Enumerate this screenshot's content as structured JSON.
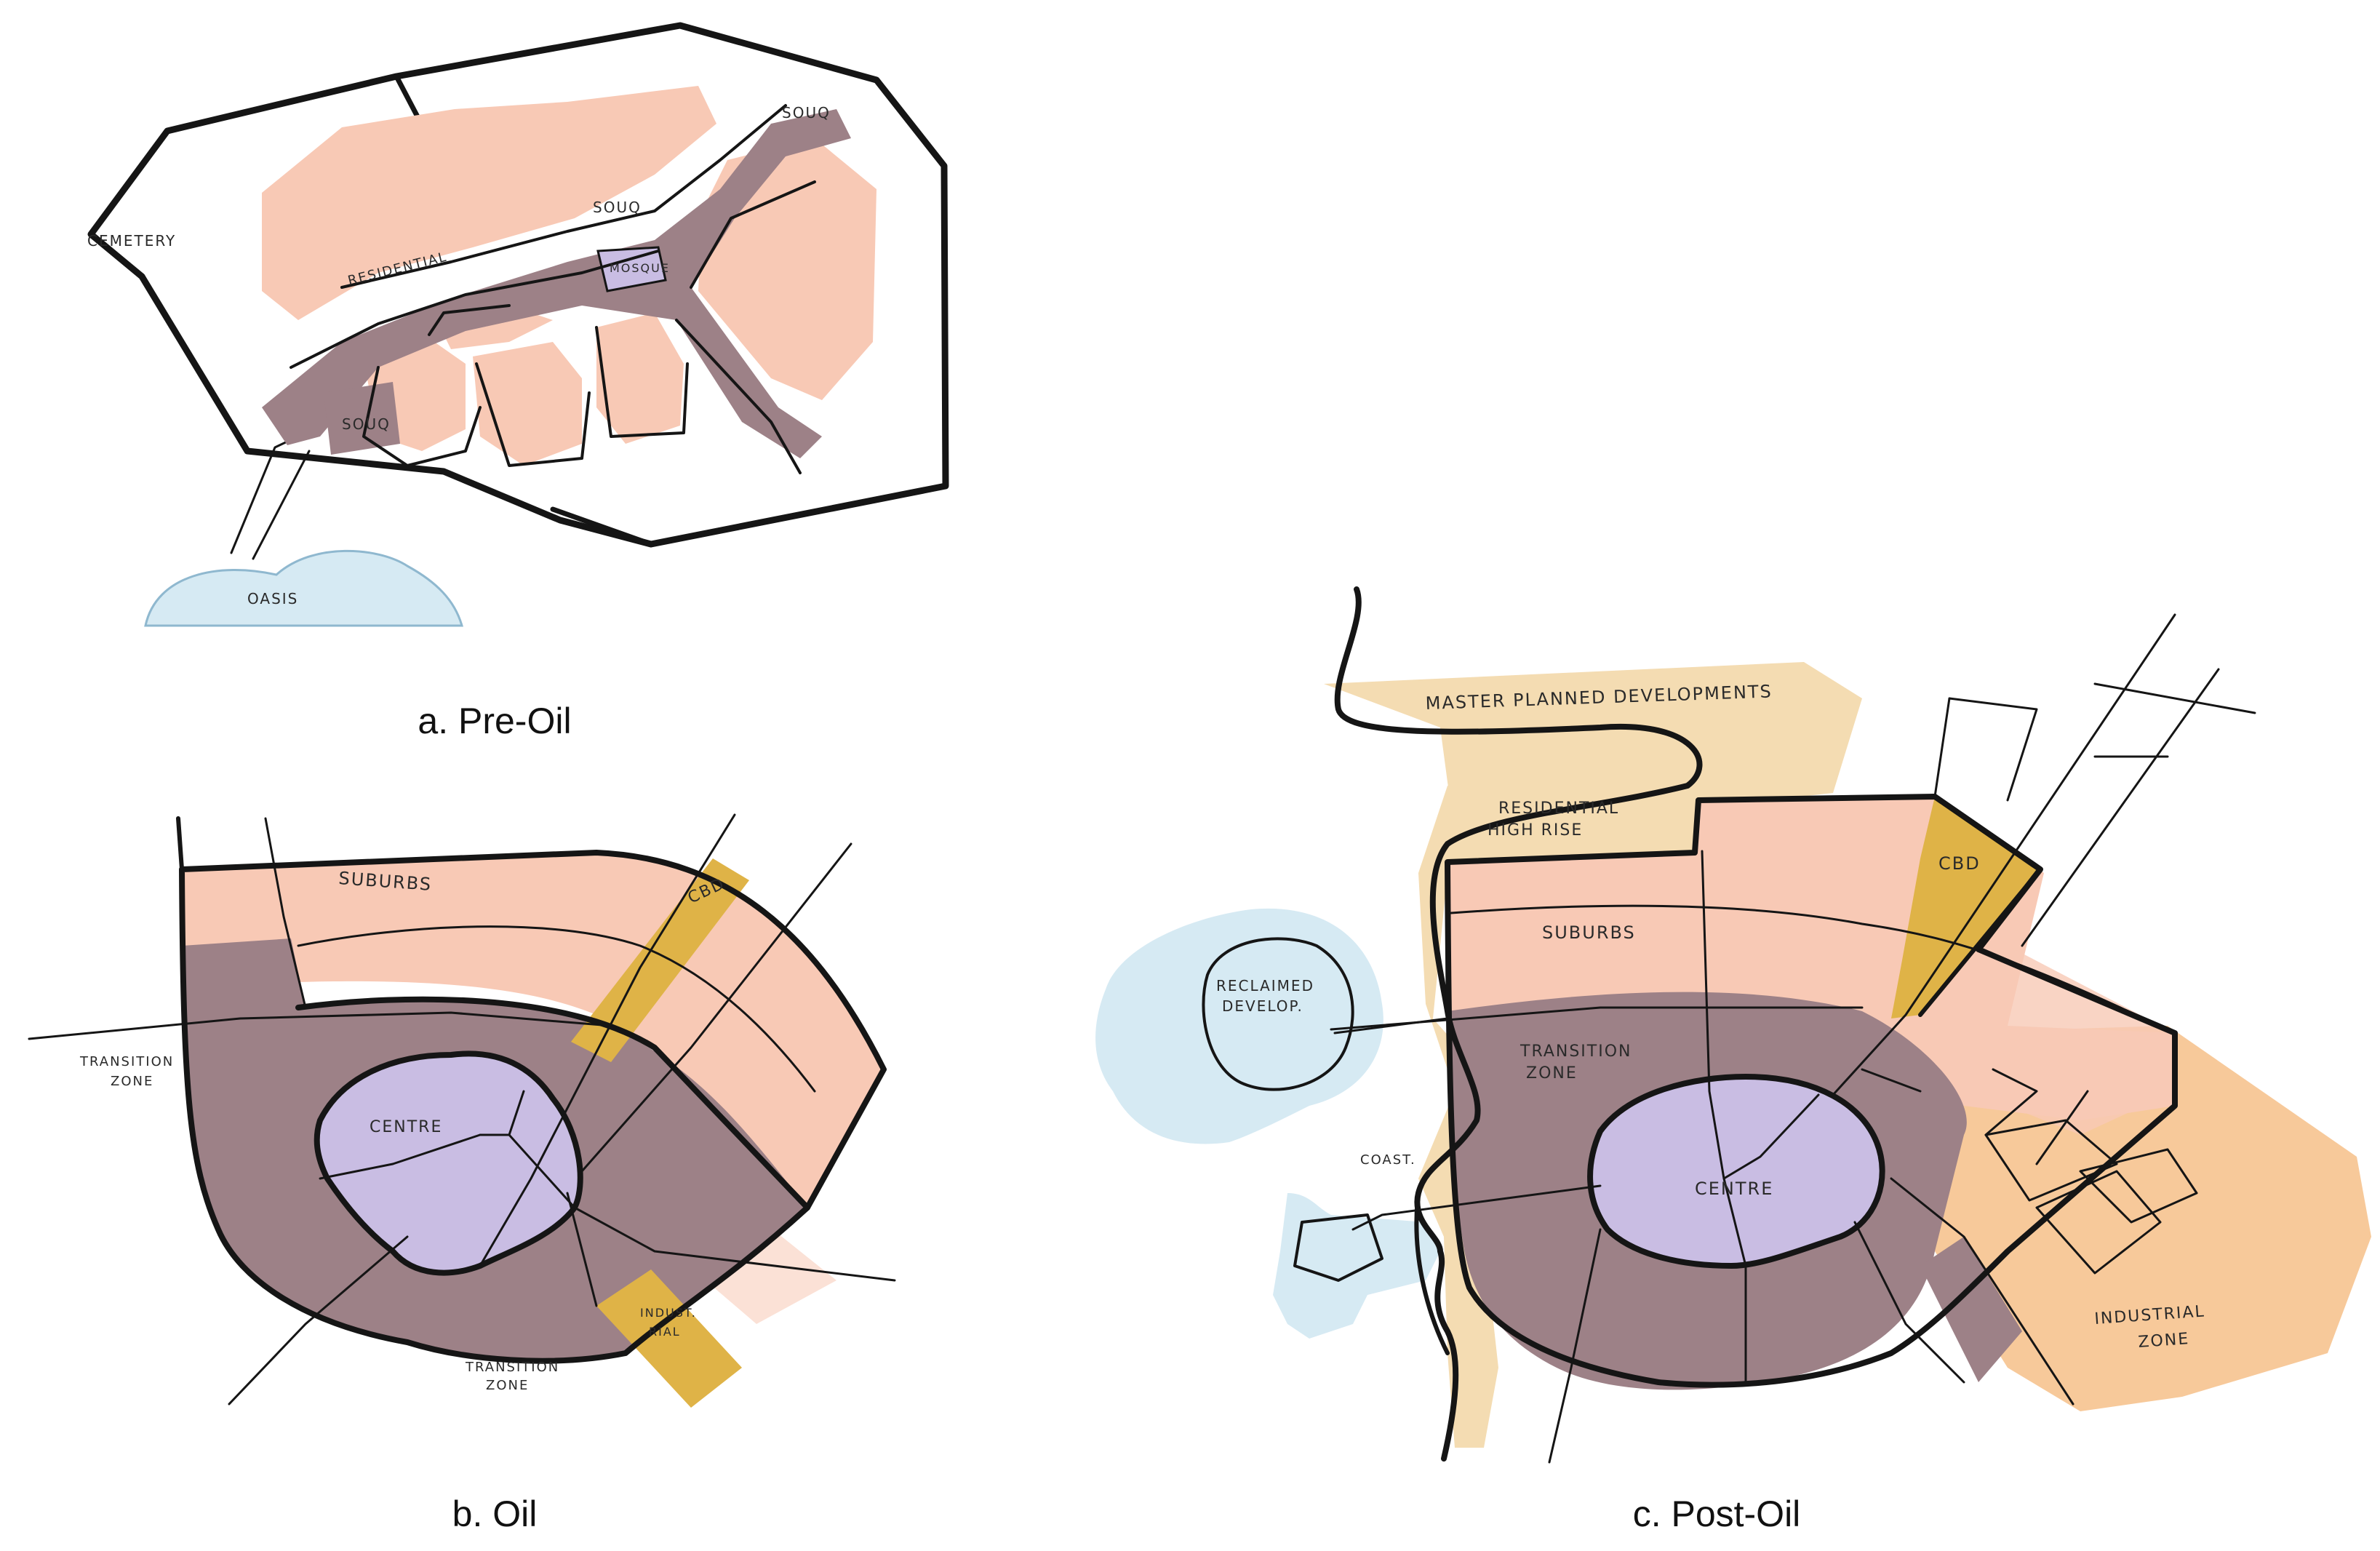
{
  "colors": {
    "residential": "#f8c9b5",
    "souq_transition": "#9d8187",
    "mosque_centre": "#c9bde3",
    "cbd_industrial": "#dfb347",
    "oasis_water": "#d6eaf3",
    "coast_developments": "#f4dcb2",
    "industrial_wash": "#f7c99a",
    "ink": "#151515"
  },
  "panel_a": {
    "caption": "a. Pre-Oil",
    "labels": {
      "cemetery": "CEMETERY",
      "residential": "RESIDENTIAL",
      "souq_top": "SOUQ",
      "souq_middle": "SOUQ",
      "souq_bottom": "SOUQ",
      "mosque": "MOSQUE",
      "oasis": "OASIS"
    }
  },
  "panel_b": {
    "caption": "b. Oil",
    "labels": {
      "suburbs": "SUBURBS",
      "cbd": "CBD",
      "centre": "CENTRE",
      "transition_left_1": "TRANSITION",
      "transition_left_2": "ZONE",
      "transition_bottom_1": "TRANSITION",
      "transition_bottom_2": "ZONE",
      "industrial_1": "INDUST.",
      "industrial_2": "RIAL"
    }
  },
  "panel_c": {
    "caption": "c. Post-Oil",
    "labels": {
      "master_planned": "MASTER PLANNED DEVELOPMENTS",
      "residential_1": "RESIDENTIAL",
      "residential_2": "HIGH RISE",
      "cbd": "CBD",
      "suburbs": "SUBURBS",
      "reclaimed_1": "RECLAIMED",
      "reclaimed_2": "DEVELOP.",
      "transition_1": "TRANSITION",
      "transition_2": "ZONE",
      "centre": "CENTRE",
      "coast": "COAST.",
      "industrial_1": "INDUSTRIAL",
      "industrial_2": "ZONE"
    }
  }
}
